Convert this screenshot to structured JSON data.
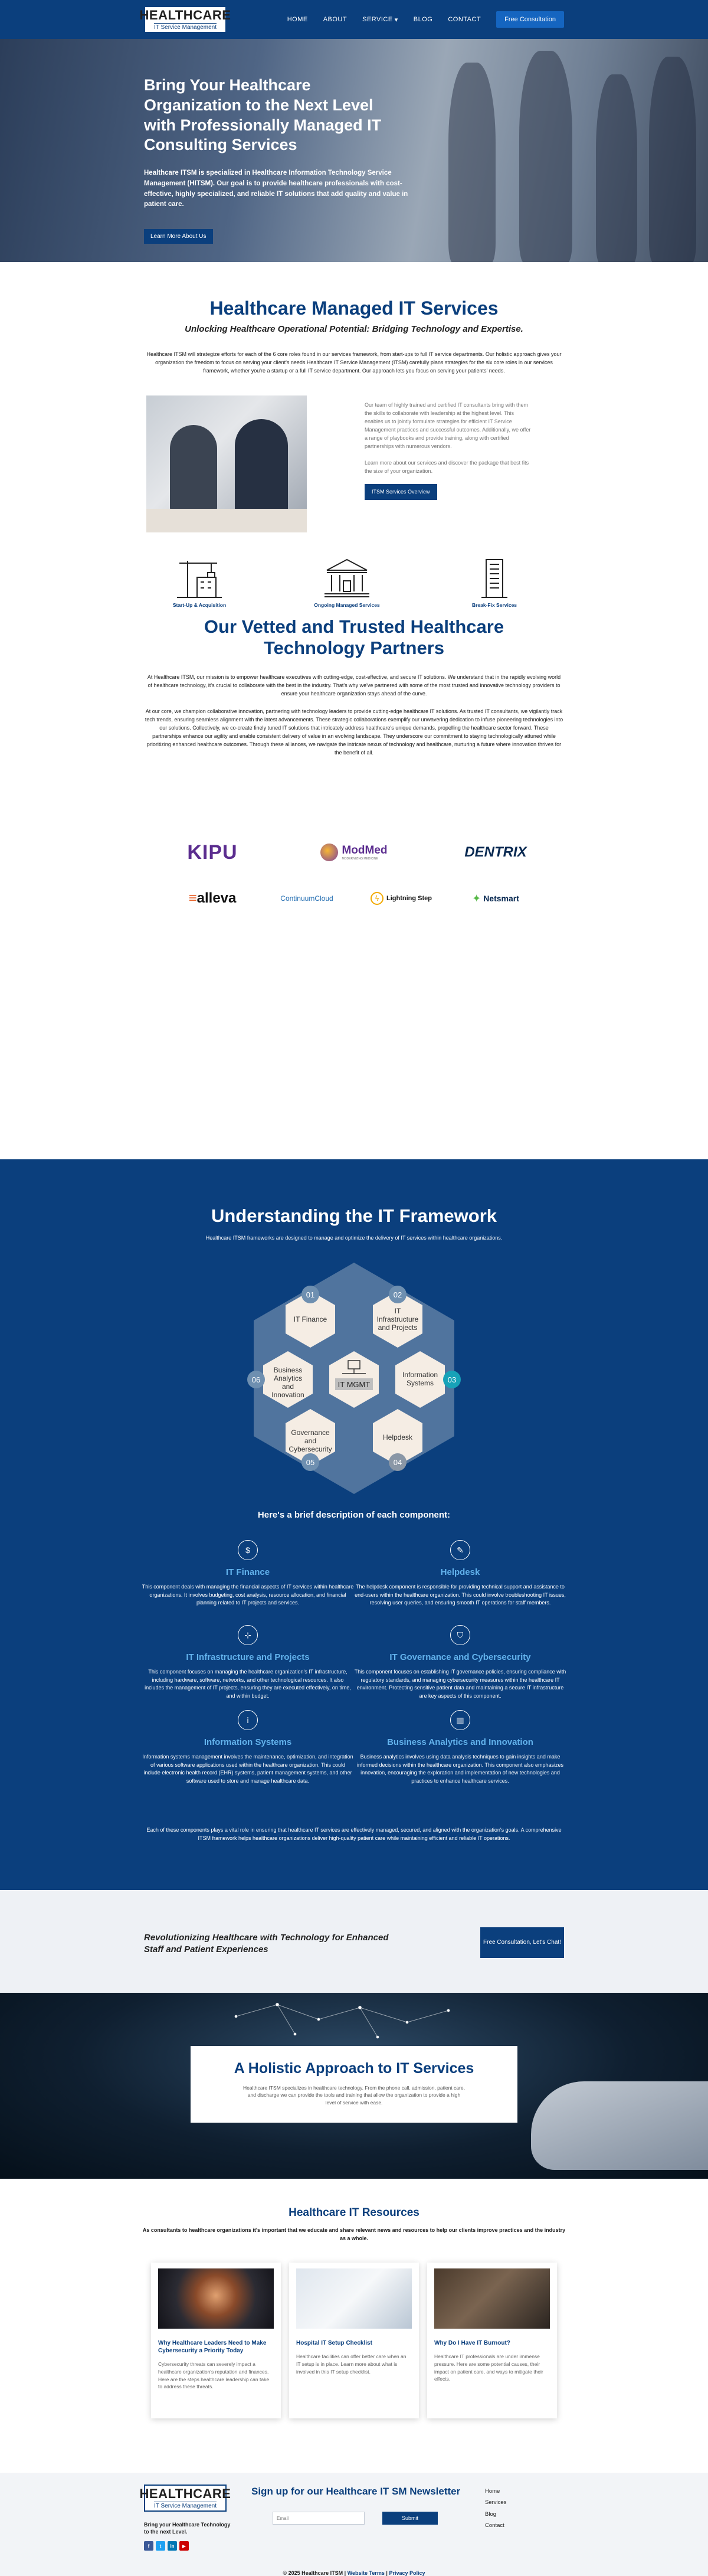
{
  "header": {
    "logo_word": "HEALTHCARE",
    "logo_sub": "IT Service Management",
    "nav": [
      "HOME",
      "ABOUT",
      "SERVICE",
      "BLOG",
      "CONTACT"
    ],
    "cta": "Free Consultation",
    "colors": {
      "brand": "#0b3f7d",
      "accent": "#1565c0"
    }
  },
  "hero": {
    "title": "Bring Your Healthcare Organization to the Next Level with Professionally Managed IT Consulting Services",
    "text": "Healthcare ITSM is specialized in Healthcare Information Technology Service Management (HITSM). Our goal is to provide healthcare professionals with cost-effective, highly specialized, and reliable IT solutions that add quality and value in patient care.",
    "button": "Learn More About Us"
  },
  "managed": {
    "title": "Healthcare Managed IT Services",
    "subtitle": "Unlocking Healthcare Operational Potential: Bridging Technology and Expertise.",
    "desc": "Healthcare ITSM will strategize efforts for each of the 6 core roles found in our services framework, from start-ups to full IT service departments. Our holistic approach gives your organization the freedom to focus on serving your client's needs.Healthcare IT Service Management (ITSM) carefully plans strategies for the six core roles in our services framework, whether you're a startup or a full IT service department. Our approach lets you focus on serving your patients' needs.",
    "p1": "Our team of highly trained and certified IT consultants bring with them the skills to collaborate with leadership at the highest level. This enables us to jointly formulate strategies for efficient IT Service Management practices and successful outcomes. Additionally, we offer a range of playbooks and provide training, along with certified partnerships with numerous vendors.",
    "p2": "Learn more about our services and discover the package that best fits the size of your organization.",
    "button": "ITSM Services Overview",
    "services": [
      "Start-Up & Acquisition",
      "Ongoing Managed Services",
      "Break-Fix Services"
    ]
  },
  "partners": {
    "title": "Our Vetted and Trusted Healthcare Technology Partners",
    "p1": "At Healthcare ITSM, our mission is to empower healthcare executives with cutting-edge, cost-effective, and secure IT solutions. We understand that in the rapidly evolving world of healthcare technology, it's crucial to collaborate with the best in the industry. That's why we've partnered with some of the most trusted and innovative technology providers to ensure your healthcare organization stays ahead of the curve.",
    "p2": "At our core, we champion collaborative innovation, partnering with technology leaders to provide cutting-edge healthcare IT solutions. As trusted IT consultants, we vigilantly track tech trends, ensuring seamless alignment with the latest advancements. These strategic collaborations exemplify our unwavering dedication to infuse pioneering technologies into our solutions. Collectively, we co-create finely tuned IT solutions that intricately address healthcare's unique demands, propelling the healthcare sector forward. These partnerships enhance our agility and enable consistent delivery of value in an evolving landscape. They underscore our commitment to staying technologically attuned while prioritizing enhanced healthcare outcomes. Through these alliances, we navigate the intricate nexus of technology and healthcare, nurturing a future where innovation thrives for the benefit of all.",
    "logos_row1": [
      "KIPU",
      "ModMed",
      "DENTRIX"
    ],
    "logos_row2": [
      "alleva",
      "ContinuumCloud",
      "Lightning Step",
      "Netsmart"
    ],
    "modmed_tag": "MODERNIZING MEDICINE"
  },
  "framework": {
    "title": "Understanding the IT Framework",
    "subtitle": "Healthcare ITSM frameworks are designed to manage and optimize the delivery of IT services within healthcare organizations.",
    "center": "IT MGMT",
    "hexes": [
      {
        "num": "01",
        "label": "IT Finance"
      },
      {
        "num": "02",
        "label": "IT Infrastructure and Projects"
      },
      {
        "num": "03",
        "label": "Information Systems"
      },
      {
        "num": "04",
        "label": "Helpdesk"
      },
      {
        "num": "05",
        "label": "Governance and Cybersecurity"
      },
      {
        "num": "06",
        "label": "Business Analytics and Innovation"
      }
    ],
    "brief": "Here's a brief description of each component:",
    "components": [
      {
        "title": "IT Finance",
        "text": "This component deals with managing the financial aspects of IT services within healthcare organizations. It involves budgeting, cost analysis, resource allocation, and financial planning related to IT projects and services."
      },
      {
        "title": "Helpdesk",
        "text": "The helpdesk component is responsible for providing technical support and assistance to end-users within the healthcare organization. This could involve troubleshooting IT issues, resolving user queries, and ensuring smooth IT operations for staff members."
      },
      {
        "title": "IT Infrastructure and Projects",
        "text": "This component focuses on managing the healthcare organization's IT infrastructure, including hardware, software, networks, and other technological resources. It also includes the management of IT projects, ensuring they are executed effectively, on time, and within budget."
      },
      {
        "title": "IT Governance and Cybersecurity",
        "text": "This component focuses on establishing IT governance policies, ensuring compliance with regulatory standards, and managing cybersecurity measures within the healthcare IT environment. Protecting sensitive patient data and maintaining a secure IT infrastructure are key aspects of this component."
      },
      {
        "title": "Information Systems",
        "text": "Information systems management involves the maintenance, optimization, and integration of various software applications used within the healthcare organization. This could include electronic health record (EHR) systems, patient management systems, and other software used to store and manage healthcare data."
      },
      {
        "title": "Business Analytics and Innovation",
        "text": "Business analytics involves using data analysis techniques to gain insights and make informed decisions within the healthcare organization. This component also emphasizes innovation, encouraging the exploration and implementation of new technologies and practices to enhance healthcare services."
      }
    ],
    "footer": "Each of these components plays a vital role in ensuring that healthcare IT services are effectively managed, secured, and aligned with the organization's goals. A comprehensive ITSM framework helps healthcare organizations deliver high-quality patient care while maintaining efficient and reliable IT operations."
  },
  "band": {
    "text": "Revolutionizing Healthcare with Technology for Enhanced Staff and Patient Experiences",
    "button": "Free Consultation, Let's Chat!"
  },
  "holistic": {
    "title": "A Holistic Approach to IT Services",
    "text": "Healthcare ITSM specializes in healthcare technology. From the phone call, admission, patient care, and discharge we can provide the tools and training that allow the organization to provide a high level of service with ease."
  },
  "resources": {
    "title": "Healthcare IT Resources",
    "subtitle": "As consultants to healthcare organizations it's important that we educate and share relevant news and resources to help our clients improve practices and the industry as a whole.",
    "cards": [
      {
        "title": "Why Healthcare Leaders Need to Make Cybersecurity a Priority Today",
        "text": "Cybersecurity threats can severely impact a healthcare organization's reputation and finances. Here are the steps healthcare leadership can take to address these threats."
      },
      {
        "title": "Hospital IT Setup Checklist",
        "text": "Healthcare facilities can offer better care when an IT setup is in place. Learn more about what is involved in this IT setup checklist."
      },
      {
        "title": "Why Do I Have IT Burnout?",
        "text": "Healthcare IT professionals are under immense pressure. Here are some potential causes, their impact on patient care, and ways to mitigate their effects."
      }
    ]
  },
  "footer": {
    "tagline": "Bring your Healthcare Technology to the next Level.",
    "newsletter_title": "Sign up for our Healthcare IT SM Newsletter",
    "email_placeholder": "Email",
    "submit": "Submit",
    "links": [
      "Home",
      "Services",
      "Blog",
      "Contact"
    ],
    "copyright": "© 2025 Healthcare ITSM |",
    "terms": "Website Terms",
    "privacy": "Privacy Policy"
  }
}
